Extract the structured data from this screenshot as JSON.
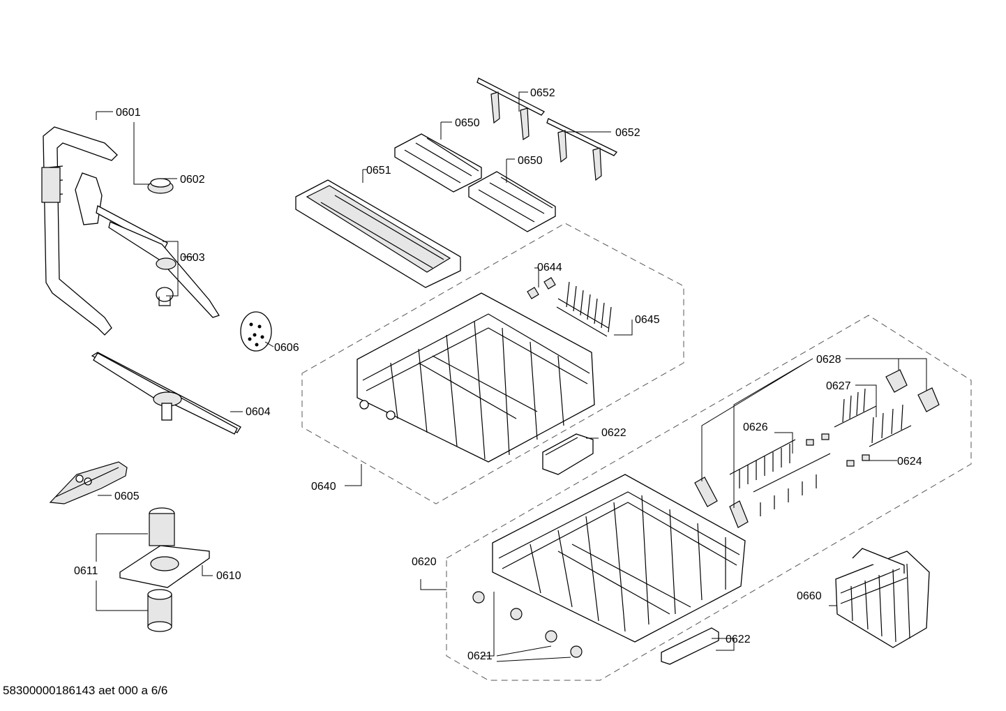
{
  "labels": {
    "p0601": "0601",
    "p0602": "0602",
    "p0603": "0603",
    "p0604": "0604",
    "p0605": "0605",
    "p0606": "0606",
    "p0610": "0610",
    "p0611": "0611",
    "p0620": "0620",
    "p0621": "0621",
    "p0622a": "0622",
    "p0622b": "0622",
    "p0624": "0624",
    "p0626": "0626",
    "p0627": "0627",
    "p0628": "0628",
    "p0640": "0640",
    "p0644": "0644",
    "p0645": "0645",
    "p0650a": "0650",
    "p0650b": "0650",
    "p0651": "0651",
    "p0652a": "0652",
    "p0652b": "0652",
    "p0660": "0660"
  },
  "footer": "58300000186143 aet 000 a 6/6"
}
